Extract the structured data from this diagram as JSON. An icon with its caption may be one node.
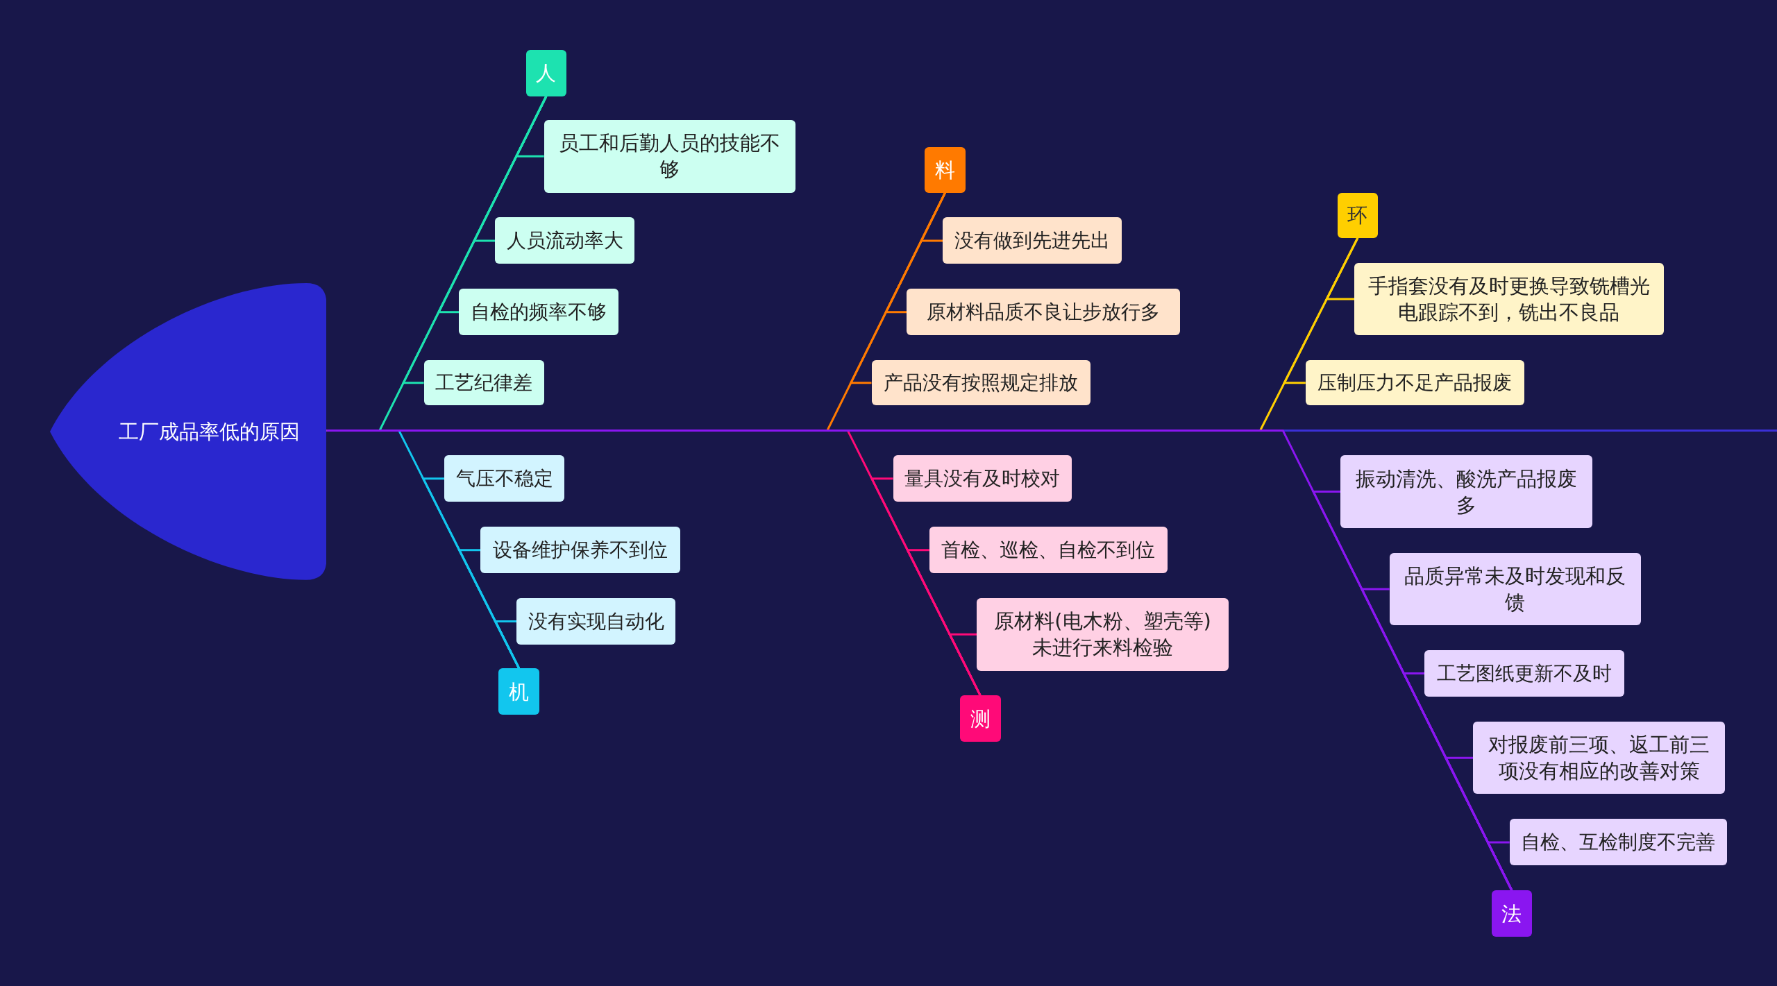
{
  "diagram": {
    "nodes": [
      {
        "text": [
          "工厂成品率低的原因"
        ]
      },
      {
        "text": [
          "人"
        ]
      },
      {
        "text": [
          "员工和后勤人员的技能不够"
        ]
      },
      {
        "text": [
          "人员流动率大"
        ]
      },
      {
        "text": [
          "自检的频率不够"
        ]
      },
      {
        "text": [
          "工艺纪律差"
        ]
      },
      {
        "text": [
          "机"
        ]
      },
      {
        "text": [
          "气压不稳定"
        ]
      },
      {
        "text": [
          "设备维护保养不到位"
        ]
      },
      {
        "text": [
          "没有实现自动化"
        ]
      },
      {
        "text": [
          "料"
        ]
      },
      {
        "text": [
          "没有做到先进先出"
        ]
      },
      {
        "text": [
          "原材料品质不良让步放行多"
        ]
      },
      {
        "text": [
          "产品没有按照规定排放"
        ]
      },
      {
        "text": [
          "测"
        ]
      },
      {
        "text": [
          "量具没有及时校对"
        ]
      },
      {
        "text": [
          "首检、巡检、自检不到位"
        ]
      },
      {
        "text": [
          "原材料(电木粉、塑壳等)未进行来料检验"
        ]
      },
      {
        "text": [
          "环"
        ]
      },
      {
        "text": [
          "手指套没有及时更换导致铣槽光电跟踪不到，铣出不良品"
        ]
      },
      {
        "text": [
          "压制压力不足产品报废"
        ]
      },
      {
        "text": [
          "法"
        ]
      },
      {
        "text": [
          "振动清洗、酸洗产品报废多"
        ]
      },
      {
        "text": [
          "品质异常未及时发现和反馈"
        ]
      },
      {
        "text": [
          "工艺图纸更新不及时"
        ]
      },
      {
        "text": [
          "对报废前三项、返工前三项没有相应的改善对策"
        ]
      },
      {
        "text": [
          "自检、互检制度不完善"
        ]
      }
    ],
    "edges": [
      {
        "from": 1,
        "to": 0,
        "arrow": "none",
        "color": "#1de2b0"
      },
      {
        "from": 2,
        "to": 1,
        "arrow": "none",
        "color": "#1de2b0"
      },
      {
        "from": 3,
        "to": 1,
        "arrow": "none",
        "color": "#1de2b0"
      },
      {
        "from": 4,
        "to": 1,
        "arrow": "none",
        "color": "#1de2b0"
      },
      {
        "from": 5,
        "to": 1,
        "arrow": "none",
        "color": "#1de2b0"
      },
      {
        "from": 6,
        "to": 0,
        "arrow": "none",
        "color": "#12c6ee"
      },
      {
        "from": 7,
        "to": 6,
        "arrow": "none",
        "color": "#12c6ee"
      },
      {
        "from": 8,
        "to": 6,
        "arrow": "none",
        "color": "#12c6ee"
      },
      {
        "from": 9,
        "to": 6,
        "arrow": "none",
        "color": "#12c6ee"
      },
      {
        "from": 10,
        "to": 0,
        "arrow": "none",
        "color": "#ff7a00"
      },
      {
        "from": 11,
        "to": 10,
        "arrow": "none",
        "color": "#ff7a00"
      },
      {
        "from": 12,
        "to": 10,
        "arrow": "none",
        "color": "#ff7a00"
      },
      {
        "from": 13,
        "to": 10,
        "arrow": "none",
        "color": "#ff7a00"
      },
      {
        "from": 14,
        "to": 0,
        "arrow": "none",
        "color": "#ff0a78"
      },
      {
        "from": 15,
        "to": 14,
        "arrow": "none",
        "color": "#ff0a78"
      },
      {
        "from": 16,
        "to": 14,
        "arrow": "none",
        "color": "#ff0a78"
      },
      {
        "from": 17,
        "to": 14,
        "arrow": "none",
        "color": "#ff0a78"
      },
      {
        "from": 18,
        "to": 0,
        "arrow": "none",
        "color": "#ffcf00"
      },
      {
        "from": 19,
        "to": 18,
        "arrow": "none",
        "color": "#ffcf00"
      },
      {
        "from": 20,
        "to": 18,
        "arrow": "none",
        "color": "#ffcf00"
      },
      {
        "from": 21,
        "to": 0,
        "arrow": "none",
        "color": "#8a16f0"
      },
      {
        "from": 22,
        "to": 21,
        "arrow": "none",
        "color": "#8a16f0"
      },
      {
        "from": 23,
        "to": 21,
        "arrow": "none",
        "color": "#8a16f0"
      },
      {
        "from": 24,
        "to": 21,
        "arrow": "none",
        "color": "#8a16f0"
      },
      {
        "from": 25,
        "to": 21,
        "arrow": "none",
        "color": "#8a16f0"
      },
      {
        "from": 26,
        "to": 21,
        "arrow": "none",
        "color": "#8a16f0"
      }
    ]
  }
}
